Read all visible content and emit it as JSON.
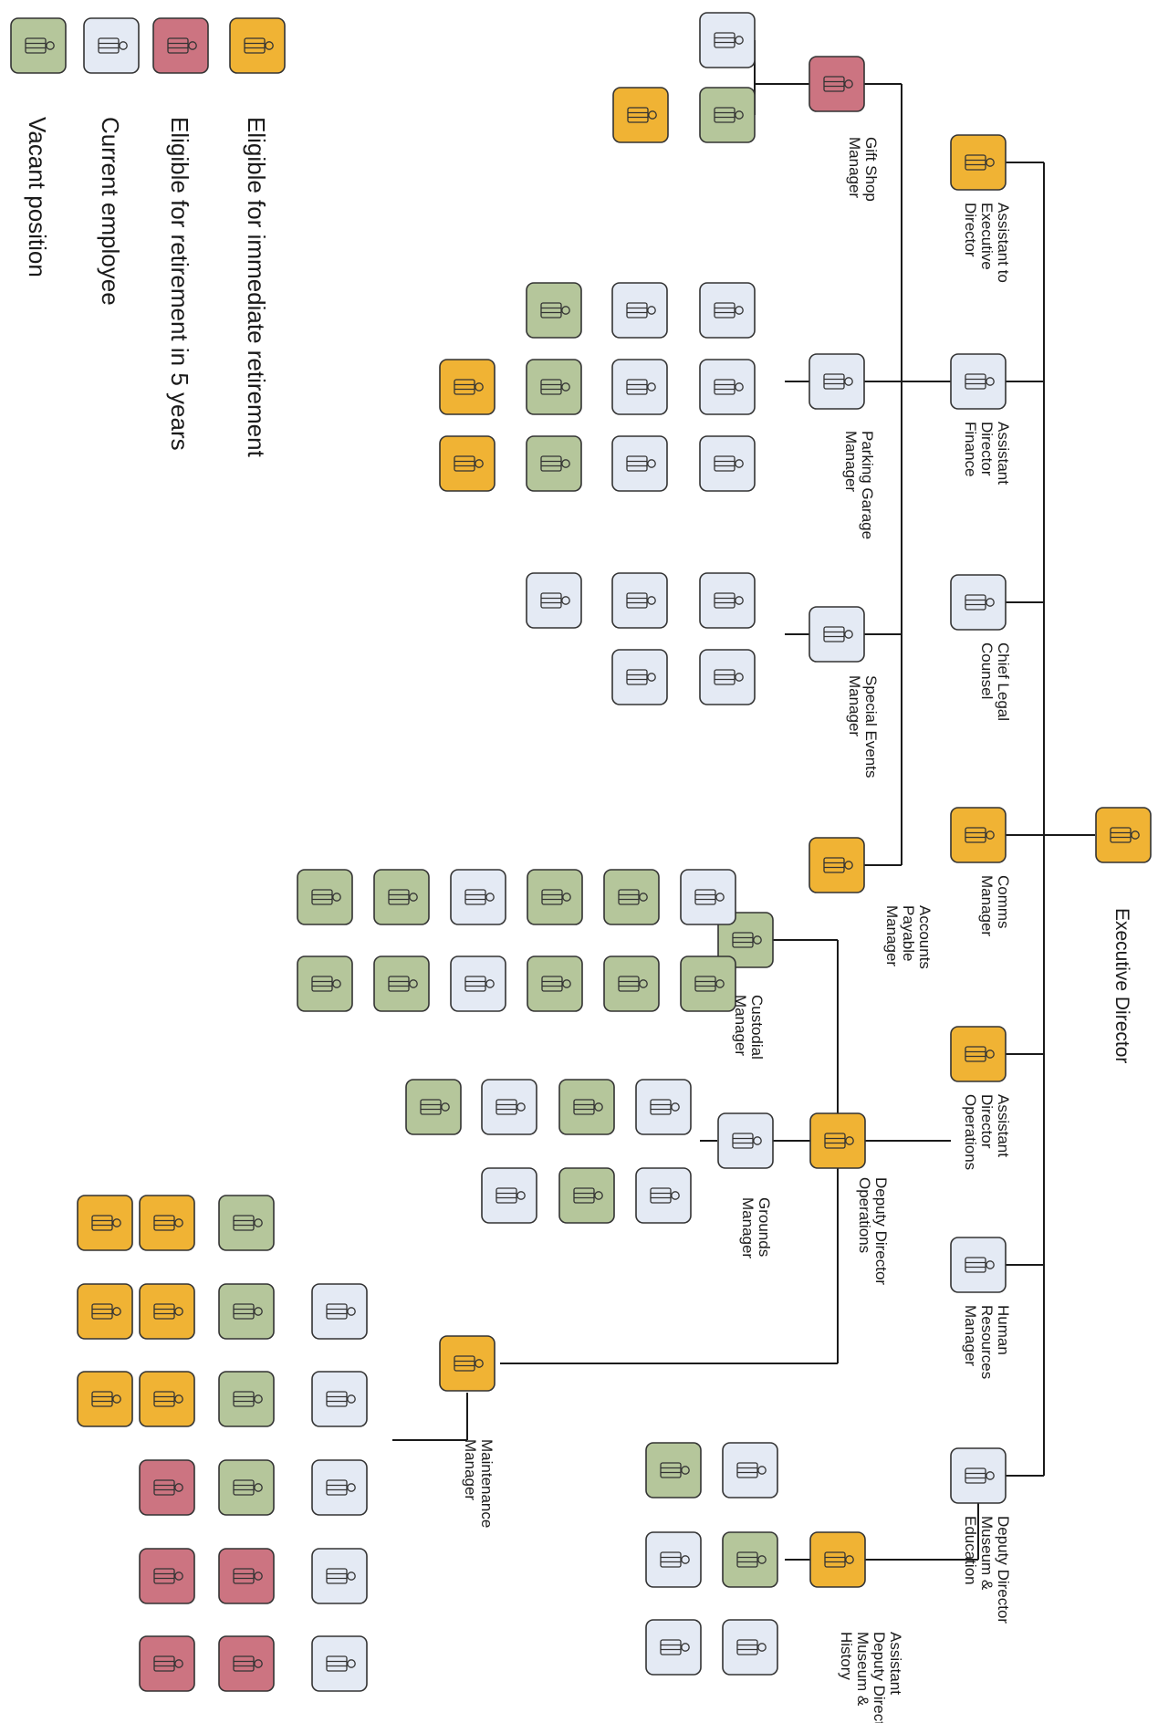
{
  "colors": {
    "immediate": "#f0b334",
    "five_years": "#cc7481",
    "current": "#e4eaf4",
    "vacant": "#b5c69b",
    "line": "#1a1a1a",
    "box_border": "#333333",
    "icon": "#333333"
  },
  "icon": "person-icon",
  "legend": [
    {
      "status": "immediate",
      "label": "Eligible for immediate retirement"
    },
    {
      "status": "five_years",
      "label": "Eligible for retirement in 5 years"
    },
    {
      "status": "current",
      "label": "Current employee"
    },
    {
      "status": "vacant",
      "label": "Vacant position"
    }
  ],
  "root": {
    "status": "immediate",
    "label": [
      "Executive Director"
    ]
  },
  "direct_reports": [
    {
      "key": "assistant-to-executive-director",
      "status": "immediate",
      "label": [
        "Assistant to",
        "Executive",
        "Director"
      ]
    },
    {
      "key": "assistant-director-finance",
      "status": "current",
      "label": [
        "Assistant",
        "Director",
        "Finance"
      ]
    },
    {
      "key": "chief-legal-counsel",
      "status": "current",
      "label": [
        "Chief Legal",
        "Counsel"
      ]
    },
    {
      "key": "comms-manager",
      "status": "immediate",
      "label": [
        "Comms",
        "Manager"
      ]
    },
    {
      "key": "assistant-director-operations",
      "status": "immediate",
      "label": [
        "Assistant",
        "Director",
        "Operations"
      ]
    },
    {
      "key": "human-resources-manager",
      "status": "current",
      "label": [
        "Human",
        "Resources",
        "Manager"
      ]
    },
    {
      "key": "deputy-director-museum-education",
      "status": "current",
      "label": [
        "Deputy Director",
        "Museum &",
        "Education"
      ]
    }
  ],
  "finance_managers": [
    {
      "key": "gift-shop-manager",
      "status": "five_years",
      "label": [
        "Gift Shop",
        "Manager"
      ],
      "staff": [
        "current",
        "vacant",
        "immediate"
      ]
    },
    {
      "key": "parking-garage-manager",
      "status": "current",
      "label": [
        "Parking Garage",
        "Manager"
      ],
      "staff": [
        "current",
        "current",
        "current",
        "current",
        "current",
        "current",
        "vacant",
        "vacant",
        "vacant",
        "immediate",
        "immediate"
      ]
    },
    {
      "key": "special-events-manager",
      "status": "current",
      "label": [
        "Special Events",
        "Manager"
      ],
      "staff": [
        "current",
        "current",
        "current",
        "current",
        "current"
      ]
    },
    {
      "key": "accounts-payable-manager",
      "status": "immediate",
      "label": [
        "Accounts",
        "Payable",
        "Manager"
      ],
      "staff": []
    }
  ],
  "deputy_director_operations": {
    "status": "immediate",
    "label": [
      "Deputy Director",
      "Operations"
    ],
    "managers": [
      {
        "key": "custodial-manager",
        "status": "vacant",
        "label": [
          "Custodial",
          "Manager"
        ],
        "staff": [
          "current",
          "vacant",
          "vacant",
          "vacant",
          "vacant",
          "vacant",
          "current",
          "current",
          "vacant",
          "vacant",
          "vacant",
          "vacant"
        ]
      },
      {
        "key": "grounds-manager",
        "status": "current",
        "label": [
          "Grounds",
          "Manager"
        ],
        "staff": [
          "current",
          "current",
          "vacant",
          "vacant",
          "current",
          "current",
          "vacant"
        ]
      },
      {
        "key": "maintenance-manager",
        "status": "immediate",
        "label": [
          "Maintenance",
          "Manager"
        ],
        "staff": [
          "vacant",
          "immediate",
          "immediate",
          "current",
          "vacant",
          "immediate",
          "immediate",
          "current",
          "vacant",
          "immediate",
          "immediate",
          "current",
          "vacant",
          "five_years",
          "current",
          "five_years",
          "five_years",
          "current",
          "five_years",
          "five_years"
        ]
      }
    ]
  },
  "assistant_deputy_director": {
    "status": "immediate",
    "label": [
      "Assistant",
      "Deputy Director",
      "Museum &",
      "History"
    ],
    "staff": [
      "current",
      "vacant",
      "current",
      "vacant",
      "current",
      "current"
    ]
  }
}
